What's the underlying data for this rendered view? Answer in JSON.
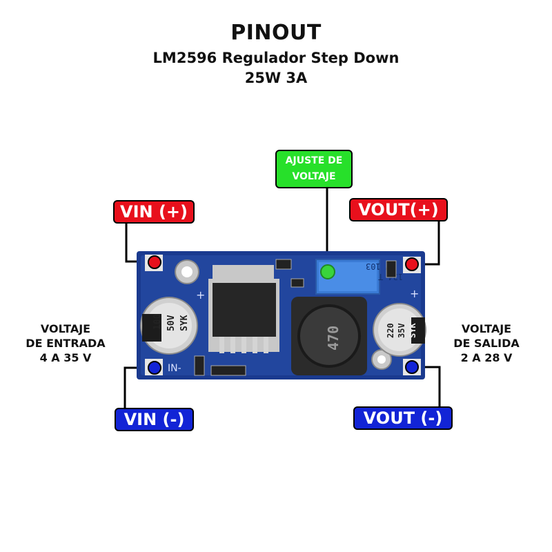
{
  "header": {
    "title": "PINOUT",
    "subtitle": "LM2596 Regulador Step Down",
    "rating": "25W 3A"
  },
  "labels": {
    "vin_pos": "VIN (+)",
    "vout_pos": "VOUT(+)",
    "vin_neg": "VIN (-)",
    "vout_neg": "VOUT (-)",
    "adjust_line1": "AJUSTE DE",
    "adjust_line2": "VOLTAJE"
  },
  "input_info": {
    "line1": "VOLTAJE",
    "line2": "DE ENTRADA",
    "line3": "4 A 35 V"
  },
  "output_info": {
    "line1": "VOLTAJE",
    "line2": "DE SALIDA",
    "line3": "2 A 28 V"
  },
  "board_markings": {
    "in_minus": "IN-",
    "cap_in_1": "100",
    "cap_in_2": "50V",
    "cap_in_3": "SYK",
    "cap_out_1": "220",
    "cap_out_2": "35V",
    "cap_out_3": "SYK",
    "inductor": "470",
    "pot_1": "W 103",
    "pot_2": "134 T",
    "plus": "+"
  },
  "colors": {
    "positive": "#e8101c",
    "negative": "#1224d6",
    "adjust": "#27e02a",
    "pcb": "#1a3a8f"
  }
}
